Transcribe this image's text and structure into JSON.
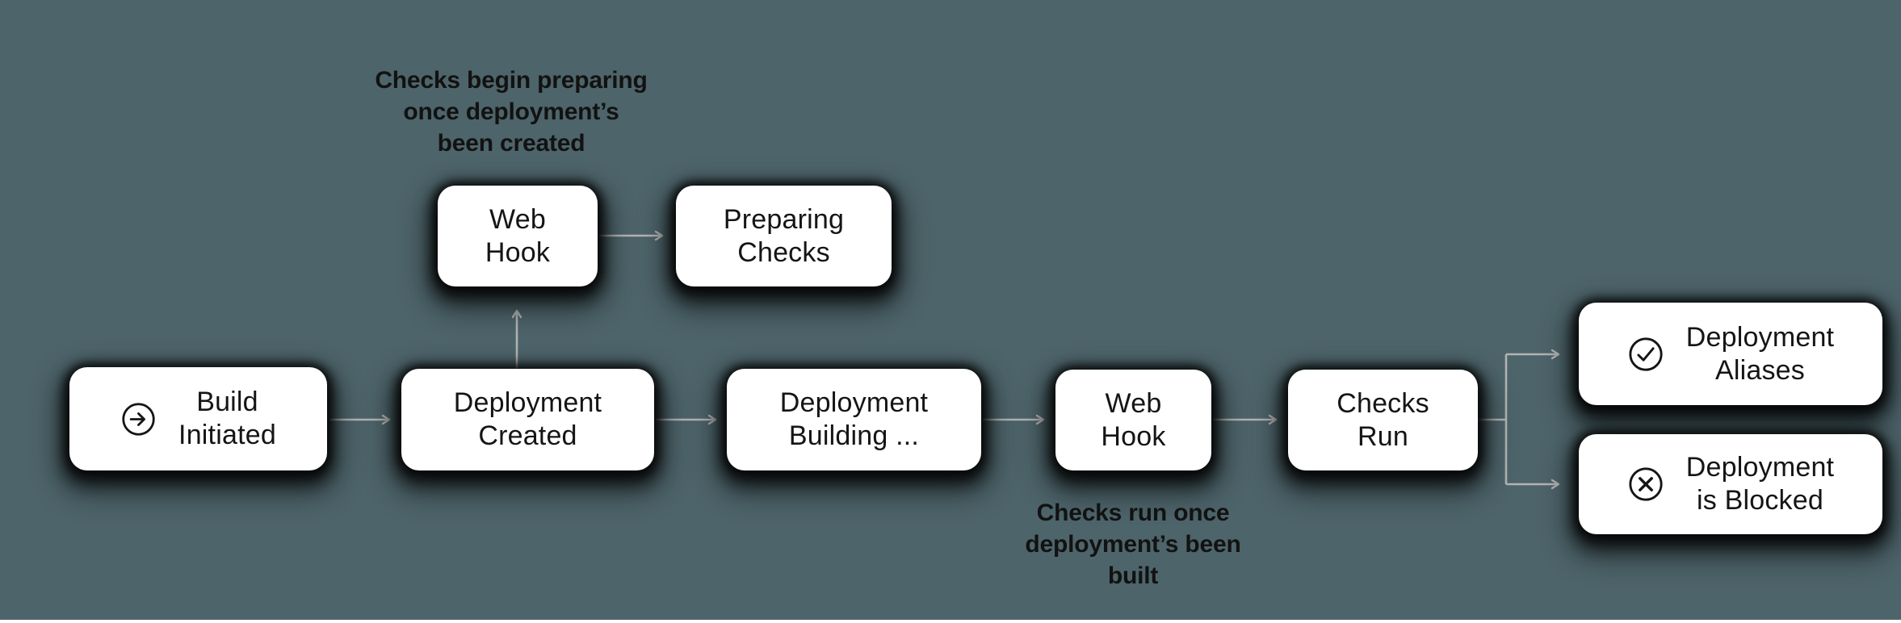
{
  "canvas": {
    "background_color": "#4d646a",
    "node_fill_color": "#ffffff",
    "node_text_color": "#151515",
    "connector_color": "#b3b3b3",
    "annotation_text_color": "#121212"
  },
  "nodes": [
    {
      "id": "build-initiated",
      "icon": "arrow-right-circle-icon",
      "label_lines": [
        "Build",
        "Initiated"
      ]
    },
    {
      "id": "web-hook-top",
      "icon": null,
      "label_lines": [
        "Web",
        "Hook"
      ]
    },
    {
      "id": "preparing-checks",
      "icon": null,
      "label_lines": [
        "Preparing",
        "Checks"
      ]
    },
    {
      "id": "deployment-created",
      "icon": null,
      "label_lines": [
        "Deployment",
        "Created"
      ]
    },
    {
      "id": "deployment-building",
      "icon": null,
      "label_lines": [
        "Deployment",
        "Building ..."
      ]
    },
    {
      "id": "web-hook-bottom",
      "icon": null,
      "label_lines": [
        "Web",
        "Hook"
      ]
    },
    {
      "id": "checks-run",
      "icon": null,
      "label_lines": [
        "Checks",
        "Run"
      ]
    },
    {
      "id": "deployment-aliases",
      "icon": "check-circle-icon",
      "label_lines": [
        "Deployment",
        "Aliases"
      ]
    },
    {
      "id": "deployment-blocked",
      "icon": "x-circle-icon",
      "label_lines": [
        "Deployment",
        "is Blocked"
      ]
    }
  ],
  "annotations": [
    {
      "id": "checks-begin-note",
      "lines": [
        "Checks begin preparing",
        "once deployment’s",
        "been created"
      ]
    },
    {
      "id": "checks-run-note",
      "lines": [
        "Checks run once",
        "deployment’s been",
        "built"
      ]
    }
  ]
}
